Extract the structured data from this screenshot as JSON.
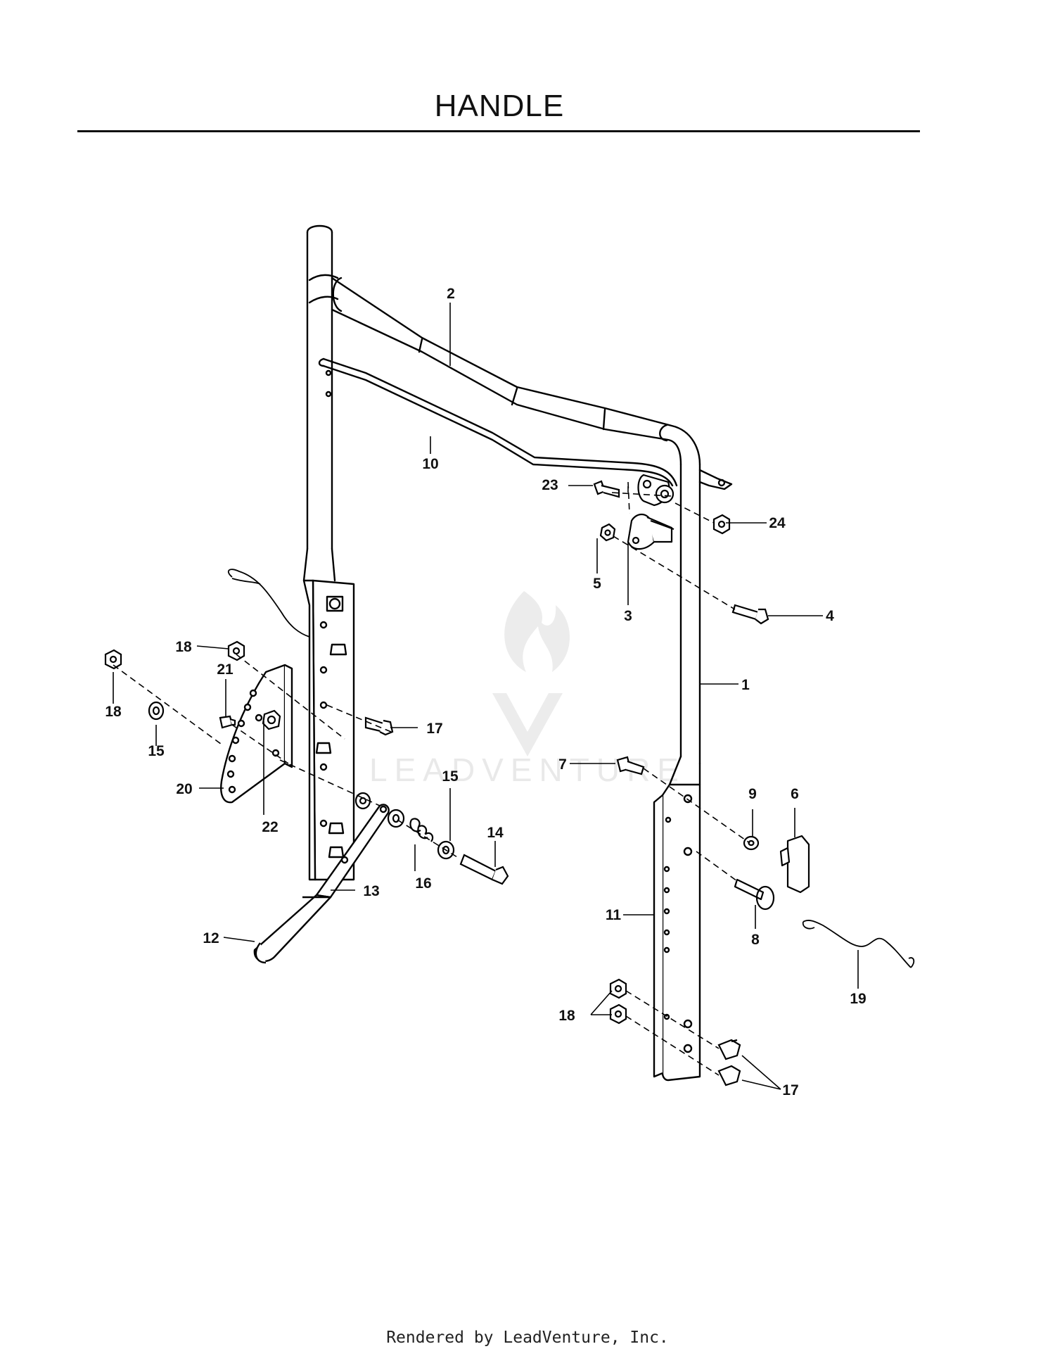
{
  "page": {
    "title": "HANDLE",
    "footer": "Rendered by LeadVenture, Inc."
  },
  "watermark": {
    "text": "LEADVENTURE"
  },
  "diagram": {
    "callouts": {
      "c1": "1",
      "c2": "2",
      "c3": "3",
      "c4": "4",
      "c5": "5",
      "c6": "6",
      "c7": "7",
      "c8": "8",
      "c9": "9",
      "c10": "10",
      "c11": "11",
      "c12": "12",
      "c13": "13",
      "c14": "14",
      "c15a": "15",
      "c15b": "15",
      "c16": "16",
      "c17a": "17",
      "c17b": "17",
      "c18a": "18",
      "c18b": "18",
      "c18c": "18",
      "c19": "19",
      "c20": "20",
      "c21": "21",
      "c22": "22",
      "c23": "23",
      "c24": "24"
    }
  }
}
